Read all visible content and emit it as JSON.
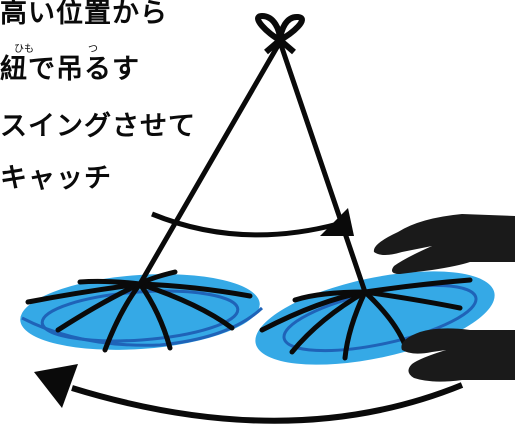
{
  "caption": {
    "line1": "高い位置から",
    "line2": "紐で吊るす",
    "ruby_himo": "ひも",
    "ruby_tsu": "つ",
    "line3": "スイングさせて",
    "line4": "キャッチ"
  },
  "colors": {
    "ink": "#0a0a0a",
    "plate_fill": "#35a9e6",
    "plate_rim": "#1f63b8",
    "background": "#ffffff"
  }
}
